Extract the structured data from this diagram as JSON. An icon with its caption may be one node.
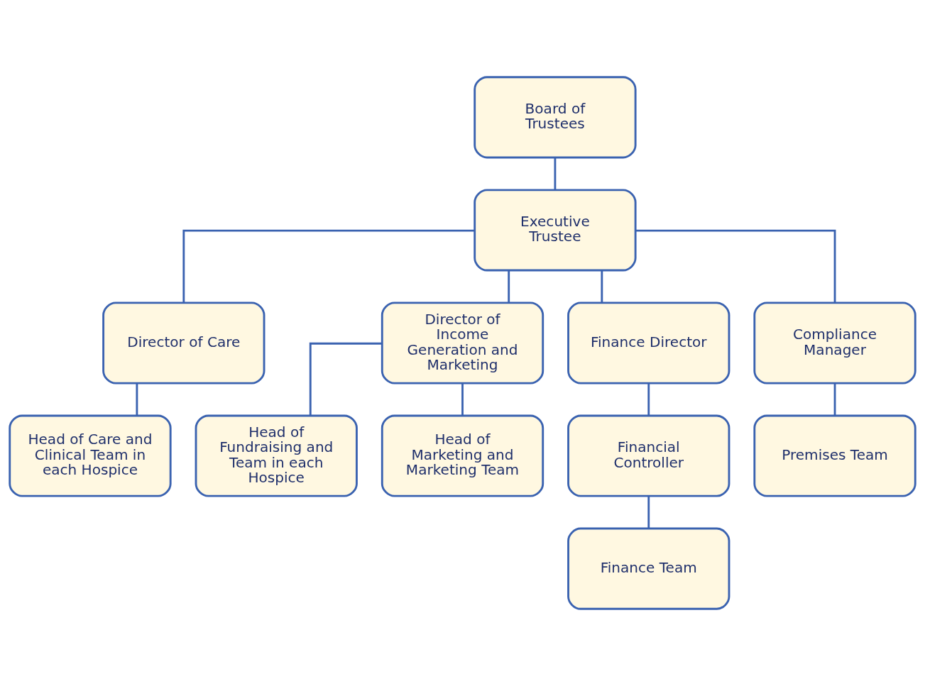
{
  "diagram": {
    "nodes": [
      {
        "text": [
          "Board of Trustees"
        ]
      },
      {
        "text": [
          "Executive Trustee"
        ]
      },
      {
        "text": [
          "Director of Care"
        ]
      },
      {
        "text": [
          "Director of Income Generation and Marketing"
        ]
      },
      {
        "text": [
          "Finance Director"
        ]
      },
      {
        "text": [
          "Compliance Manager"
        ]
      },
      {
        "text": [
          "Head of Care and Clinical Team in each Hospice"
        ]
      },
      {
        "text": [
          "Head of Fundraising and Team in each Hospice"
        ]
      },
      {
        "text": [
          "Head of Marketing and Marketing Team"
        ]
      },
      {
        "text": [
          "Financial Controller"
        ]
      },
      {
        "text": [
          "Premises Team"
        ]
      },
      {
        "text": [
          "Finance Team"
        ]
      }
    ],
    "edges": [
      {
        "from": 0,
        "to": 1,
        "arrow": "none"
      },
      {
        "from": 1,
        "to": 2,
        "arrow": "none"
      },
      {
        "from": 1,
        "to": 3,
        "arrow": "none"
      },
      {
        "from": 1,
        "to": 4,
        "arrow": "none"
      },
      {
        "from": 1,
        "to": 5,
        "arrow": "none"
      },
      {
        "from": 2,
        "to": 6,
        "arrow": "none"
      },
      {
        "from": 3,
        "to": 7,
        "arrow": "none"
      },
      {
        "from": 3,
        "to": 8,
        "arrow": "none"
      },
      {
        "from": 4,
        "to": 9,
        "arrow": "none"
      },
      {
        "from": 5,
        "to": 10,
        "arrow": "none"
      },
      {
        "from": 9,
        "to": 11,
        "arrow": "none"
      }
    ]
  }
}
